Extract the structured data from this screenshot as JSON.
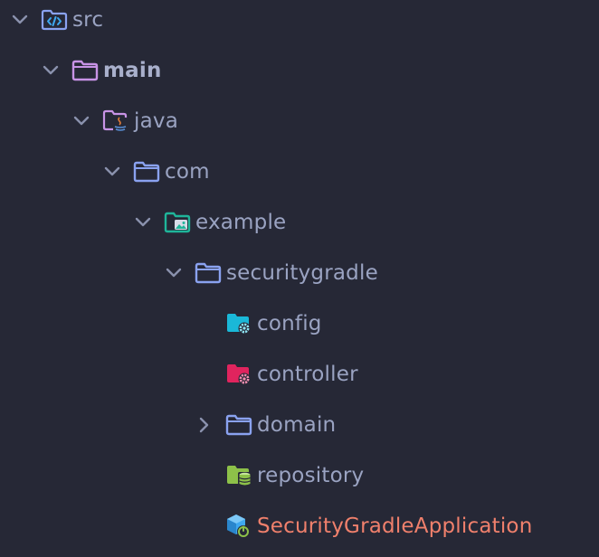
{
  "tree": {
    "nodes": [
      {
        "label": "src",
        "icon": "source-folder-icon",
        "expanded": true
      },
      {
        "label": "main",
        "icon": "folder-icon",
        "expanded": true
      },
      {
        "label": "java",
        "icon": "java-source-folder-icon",
        "expanded": true
      },
      {
        "label": "com",
        "icon": "package-folder-icon",
        "expanded": true
      },
      {
        "label": "example",
        "icon": "resources-folder-icon",
        "expanded": true
      },
      {
        "label": "securitygradle",
        "icon": "package-folder-icon",
        "expanded": true
      },
      {
        "label": "config",
        "icon": "config-folder-icon"
      },
      {
        "label": "controller",
        "icon": "controller-folder-icon"
      },
      {
        "label": "domain",
        "icon": "package-folder-icon",
        "expanded": false
      },
      {
        "label": "repository",
        "icon": "repository-folder-icon"
      },
      {
        "label": "SecurityGradleApplication",
        "icon": "spring-boot-app-icon"
      }
    ]
  },
  "colors": {
    "background": "#262836",
    "text": "#9aa3c2",
    "chevron": "#8a91ad",
    "folder_blue": "#8aa2f0",
    "folder_pink": "#c893e6",
    "folder_teal": "#1fb59a",
    "folder_cyan": "#1ab8d8",
    "folder_red": "#e0245e",
    "folder_green": "#8dc149",
    "app_text": "#f0806c"
  }
}
